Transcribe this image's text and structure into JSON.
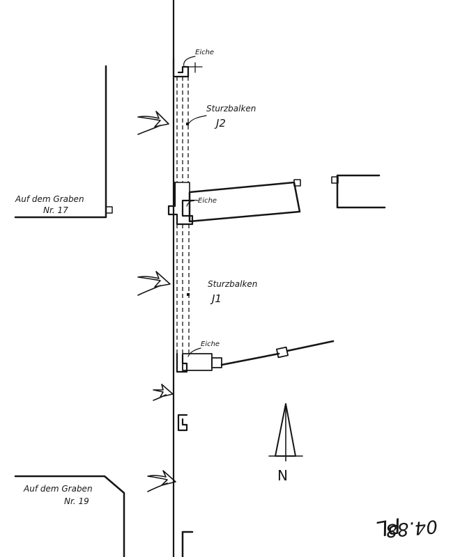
{
  "labels": {
    "neighbor_top_street": "Auf dem Graben",
    "neighbor_top_number": "Nr. 17",
    "neighbor_bottom_street": "Auf dem Graben",
    "neighbor_bottom_number": "Nr. 19",
    "oak_top": "Eiche",
    "oak_middle": "Eiche",
    "oak_bottom": "Eiche",
    "lintel_upper": "Sturzbalken",
    "lintel_upper_code": "J2",
    "lintel_lower": "Sturzbalken",
    "lintel_lower_code": "J1",
    "north": "N",
    "signature_initials": "PL",
    "signature_date": "04.88"
  },
  "icons": {
    "arrow": "outline-arrow-icon",
    "north": "north-arrow-icon"
  },
  "colors": {
    "ink": "#151515",
    "paper": "#ffffff"
  }
}
